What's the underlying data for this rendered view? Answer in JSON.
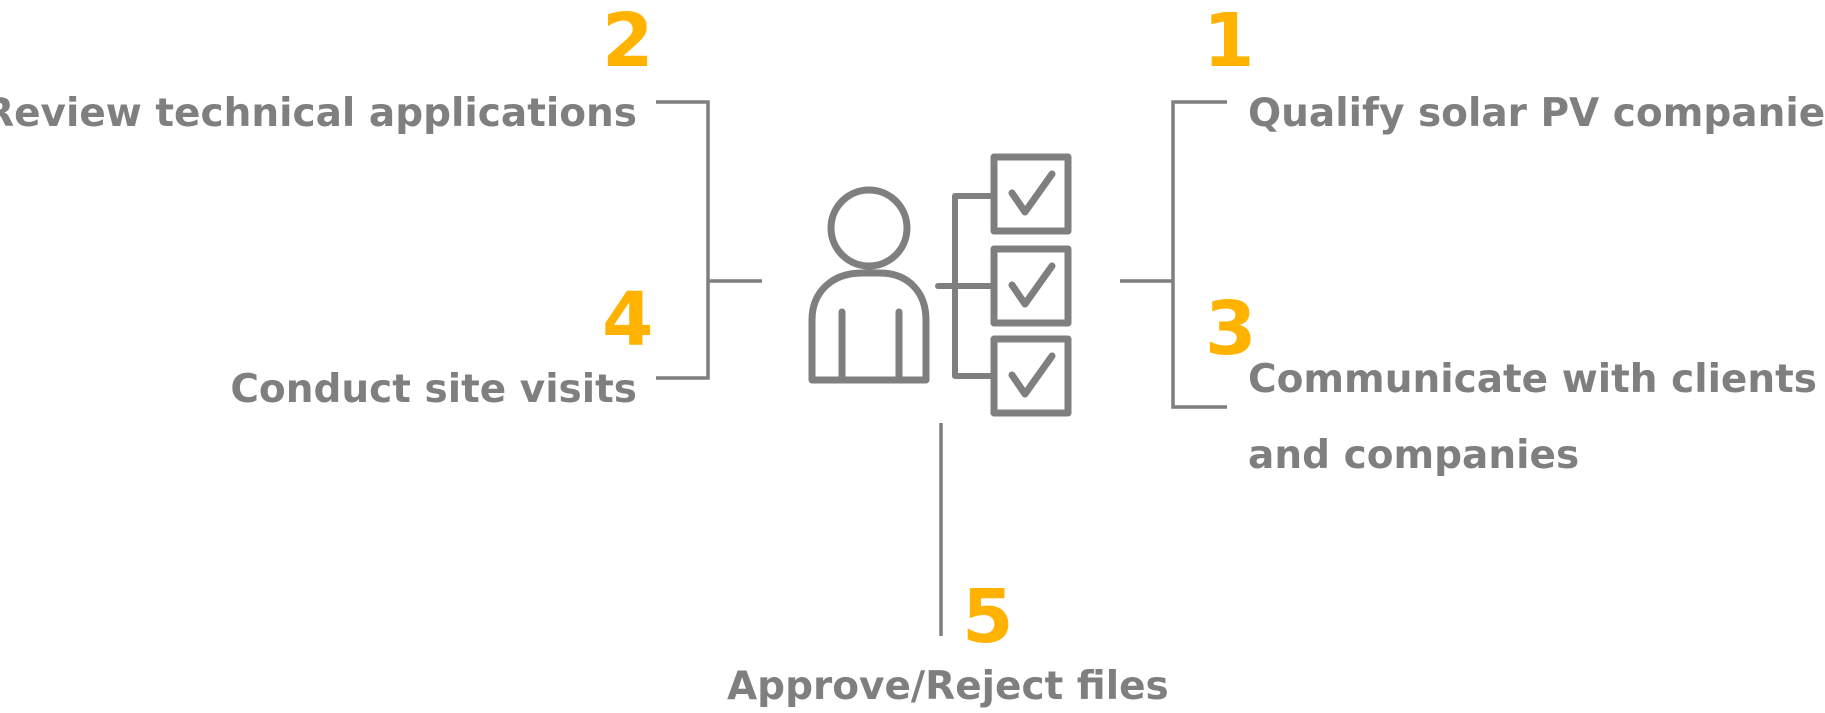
{
  "steps": [
    {
      "number": "1",
      "label": "Qualify solar PV companies"
    },
    {
      "number": "2",
      "label": "Review technical applications"
    },
    {
      "number": "3",
      "label_line1": "Communicate with clients",
      "label_line2": "and companies"
    },
    {
      "number": "4",
      "label": "Conduct site visits"
    },
    {
      "number": "5",
      "label": "Approve/Reject files"
    }
  ],
  "colors": {
    "number": "#FFB300",
    "text": "#7F7F7F",
    "line": "#7F7F7F"
  },
  "icons": [
    "person-icon",
    "checklist-icon"
  ]
}
